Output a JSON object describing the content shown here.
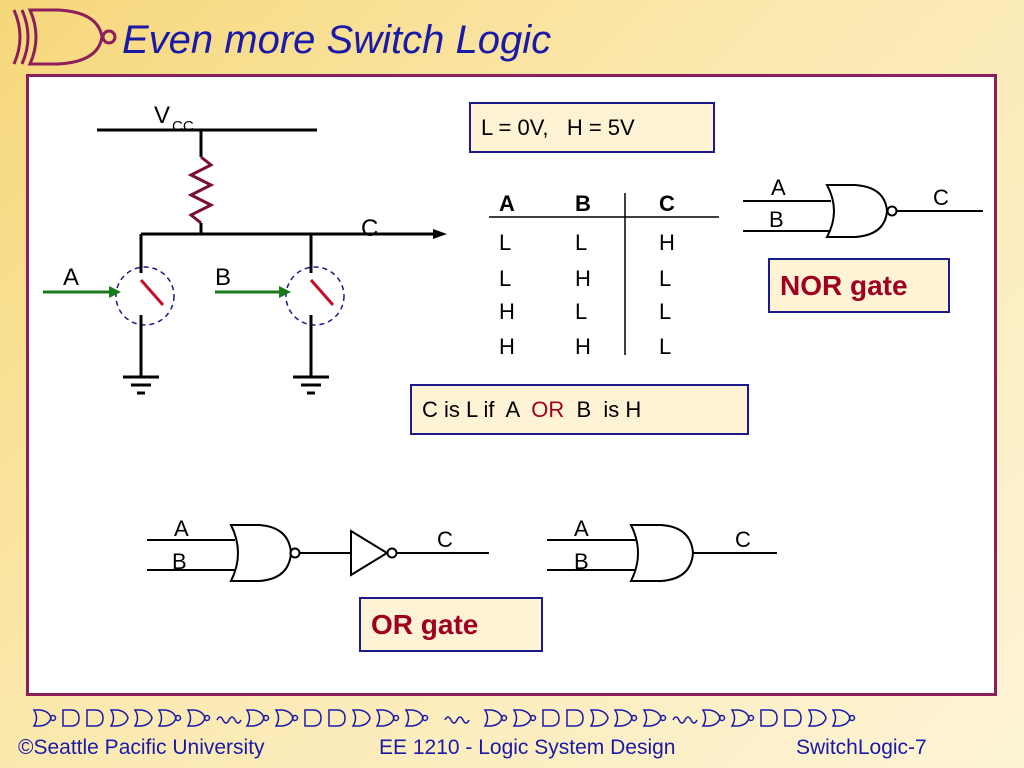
{
  "title": "Even more Switch Logic",
  "circuit": {
    "vcc_main": "V",
    "vcc_sub": "CC",
    "output_label": "C",
    "input_a": "A",
    "input_b": "B"
  },
  "voltage_box": "L = 0V,   H = 5V",
  "truth_table": {
    "headers": [
      "A",
      "B",
      "C"
    ],
    "rows": [
      [
        "L",
        "L",
        "H"
      ],
      [
        "L",
        "H",
        "L"
      ],
      [
        "H",
        "L",
        "L"
      ],
      [
        "H",
        "H",
        "L"
      ]
    ]
  },
  "condition": {
    "part1": "C is L if  A  ",
    "or_word": "OR",
    "part2": "  B  is H"
  },
  "nor_gate": {
    "a": "A",
    "b": "B",
    "c": "C",
    "label": "NOR gate"
  },
  "nor_inv": {
    "a": "A",
    "b": "B",
    "c": "C"
  },
  "or_gate": {
    "a": "A",
    "b": "B",
    "c": "C",
    "label": "OR gate"
  },
  "footer": {
    "left": "©Seattle Pacific University",
    "center": "EE 1210 - Logic System Design",
    "right": "SwitchLogic-7"
  },
  "colors": {
    "title": "#1a1aa8",
    "border": "#8b1e5c",
    "accent": "#a00020",
    "arrow": "#1a7a1a",
    "resistor": "#7a1030"
  }
}
